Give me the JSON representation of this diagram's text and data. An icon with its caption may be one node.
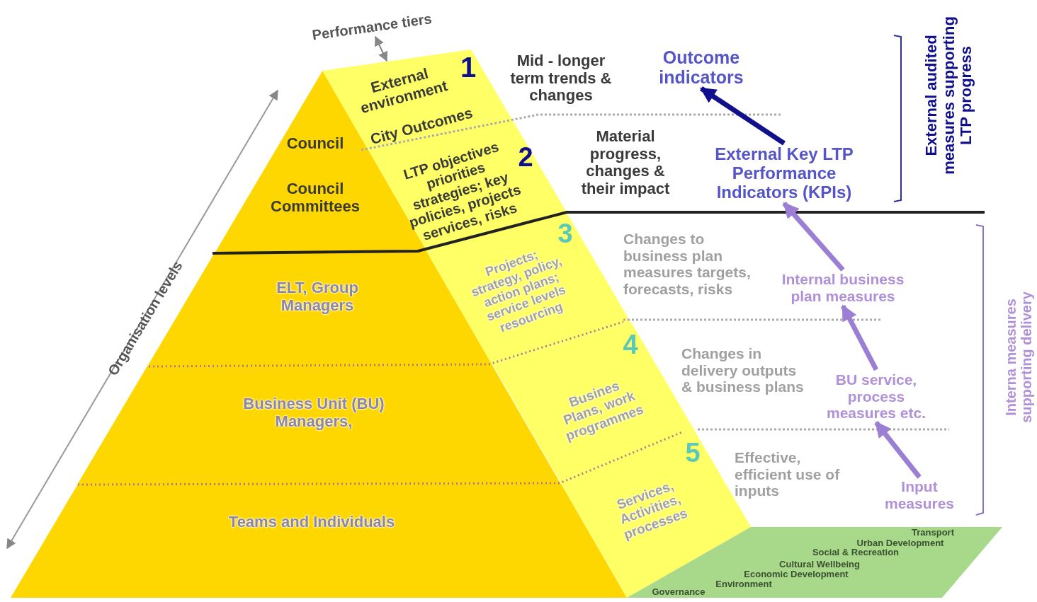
{
  "diagram": {
    "nodes": [
      {
        "text": [
          "Council",
          "Council Committees"
        ]
      },
      {
        "text": [
          "ELT, Group Managers"
        ]
      },
      {
        "text": [
          "Business Unit (BU) Managers,"
        ]
      },
      {
        "text": [
          "Teams and Individuals"
        ]
      },
      {
        "text": [
          "1",
          "External environment",
          "City Outcomes"
        ]
      },
      {
        "text": [
          "2",
          "LTP objectives priorities strategies; key policies, projects services, risks"
        ]
      },
      {
        "text": [
          "3",
          "Projects; strategy, policy, action plans; service levels resourcing"
        ]
      },
      {
        "text": [
          "4",
          "Busines Plans, work programmes"
        ]
      },
      {
        "text": [
          "5",
          "Services, Activities, processes"
        ]
      },
      {
        "text": [
          "Mid - longer term trends & changes"
        ]
      },
      {
        "text": [
          "Outcome indicators"
        ]
      },
      {
        "text": [
          "Material progress, changes & their impact"
        ]
      },
      {
        "text": [
          "External Key LTP Performance Indicators (KPIs)"
        ]
      },
      {
        "text": [
          "Changes to business plan measures targets, forecasts, risks"
        ]
      },
      {
        "text": [
          "Internal business plan measures"
        ]
      },
      {
        "text": [
          "Changes in delivery outputs & business plans"
        ]
      },
      {
        "text": [
          "BU service, process measures etc."
        ]
      },
      {
        "text": [
          "Effective, efficient use of inputs"
        ]
      },
      {
        "text": [
          "Input measures"
        ]
      },
      {
        "text": [
          "Transport",
          "Urban Development",
          "Social & Recreation",
          "Cultural Wellbeing",
          "Economic Development",
          "Environment",
          "Governance"
        ]
      }
    ],
    "edges": [
      {
        "from": 12,
        "to": 10,
        "arrow": "to",
        "color": "#10108c"
      },
      {
        "from": 14,
        "to": 12,
        "arrow": "to"
      },
      {
        "from": 16,
        "to": 14,
        "arrow": "to"
      },
      {
        "from": 18,
        "to": 16,
        "arrow": "to"
      }
    ],
    "labels": [
      "Performance tiers",
      "External audited measures supporting LTP progress",
      "Organisation levels",
      "Interna measures supporting delivery"
    ]
  }
}
